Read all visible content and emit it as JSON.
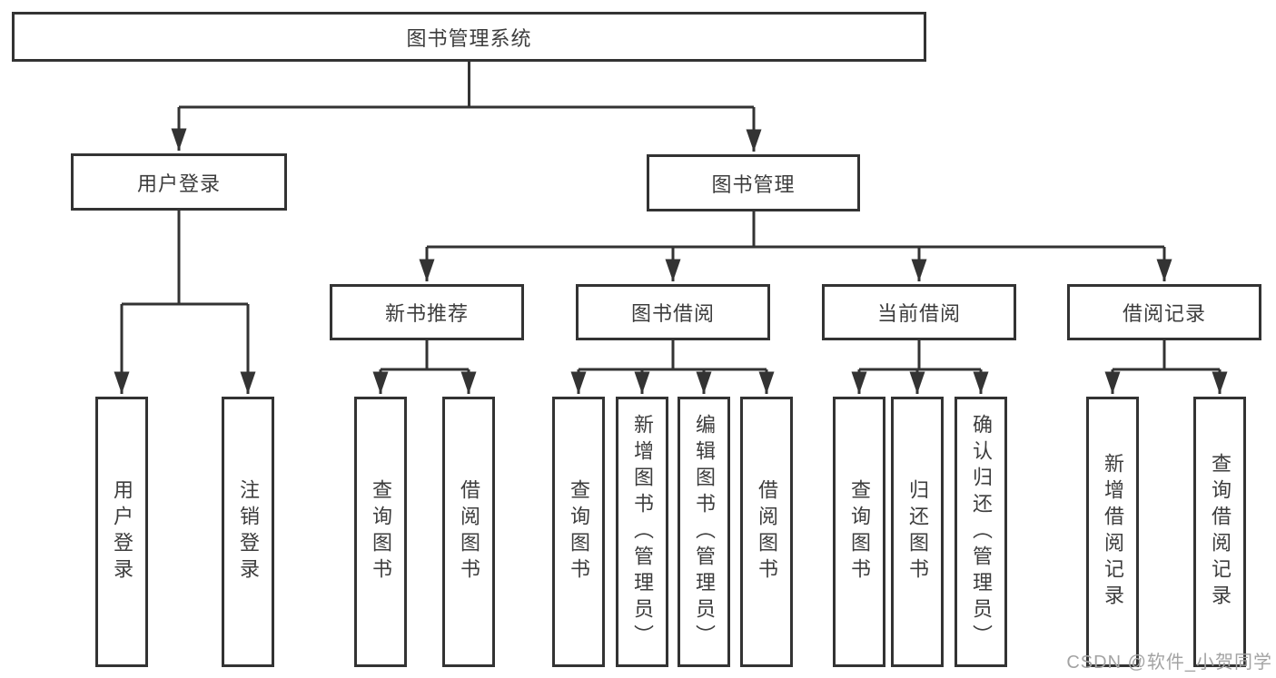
{
  "tree": {
    "label": "图书管理系统",
    "children": [
      {
        "label": "用户登录",
        "children": [
          {
            "label": "用户登录"
          },
          {
            "label": "注销登录"
          }
        ]
      },
      {
        "label": "图书管理",
        "children": [
          {
            "label": "新书推荐",
            "children": [
              {
                "label": "查询图书"
              },
              {
                "label": "借阅图书"
              }
            ]
          },
          {
            "label": "图书借阅",
            "children": [
              {
                "label": "查询图书"
              },
              {
                "label": "新增图书（管理员）"
              },
              {
                "label": "编辑图书（管理员）"
              },
              {
                "label": "借阅图书"
              }
            ]
          },
          {
            "label": "当前借阅",
            "children": [
              {
                "label": "查询图书"
              },
              {
                "label": "归还图书"
              },
              {
                "label": "确认归还（管理员）"
              }
            ]
          },
          {
            "label": "借阅记录",
            "children": [
              {
                "label": "新增借阅记录"
              },
              {
                "label": "查询借阅记录"
              }
            ]
          }
        ]
      }
    ]
  },
  "watermark": {
    "text": "CSDN @软件_小贺同学"
  },
  "colors": {
    "line": "#333333",
    "node_border": "#333333",
    "node_text": "#3d3d3d",
    "background": "#ffffff",
    "watermark": "#a3a3a3"
  }
}
